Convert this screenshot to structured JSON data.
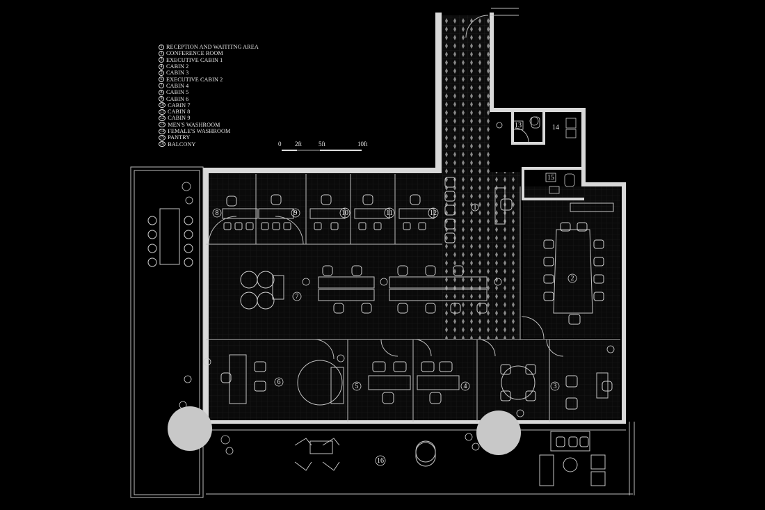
{
  "legend": [
    {
      "num": "1",
      "label": "RECEPTION AND WAITITNG AREA"
    },
    {
      "num": "2",
      "label": "CONFERENCE ROOM"
    },
    {
      "num": "3",
      "label": "EXECUTIVE CABIN 1"
    },
    {
      "num": "4",
      "label": "CABIN 2"
    },
    {
      "num": "5",
      "label": "CABIN 3"
    },
    {
      "num": "6",
      "label": "EXECUTIVE CABIN 2"
    },
    {
      "num": "7",
      "label": "CABIN 4"
    },
    {
      "num": "8",
      "label": "CABIN 5"
    },
    {
      "num": "9",
      "label": "CABIN 6"
    },
    {
      "num": "10",
      "label": "CABIN 7"
    },
    {
      "num": "11",
      "label": "CABIN 8"
    },
    {
      "num": "12",
      "label": "CABIN 9"
    },
    {
      "num": "13",
      "label": "MEN'S WASHROOM"
    },
    {
      "num": "14",
      "label": "FEMALE'S WASHROOM"
    },
    {
      "num": "15",
      "label": "PANTRY"
    },
    {
      "num": "16",
      "label": "BALCONY"
    }
  ],
  "scale_bar": {
    "labels": [
      "0",
      "2ft",
      "5ft",
      "10ft"
    ]
  },
  "room_labels": [
    "1",
    "2",
    "3",
    "4",
    "5",
    "6",
    "7",
    "8",
    "9",
    "10",
    "11",
    "12",
    "13",
    "14",
    "15",
    "16"
  ],
  "colors": {
    "background": "#000000",
    "wall": "#d9d9d9",
    "line": "#bdbdbd",
    "column": "#c8c8c8"
  }
}
